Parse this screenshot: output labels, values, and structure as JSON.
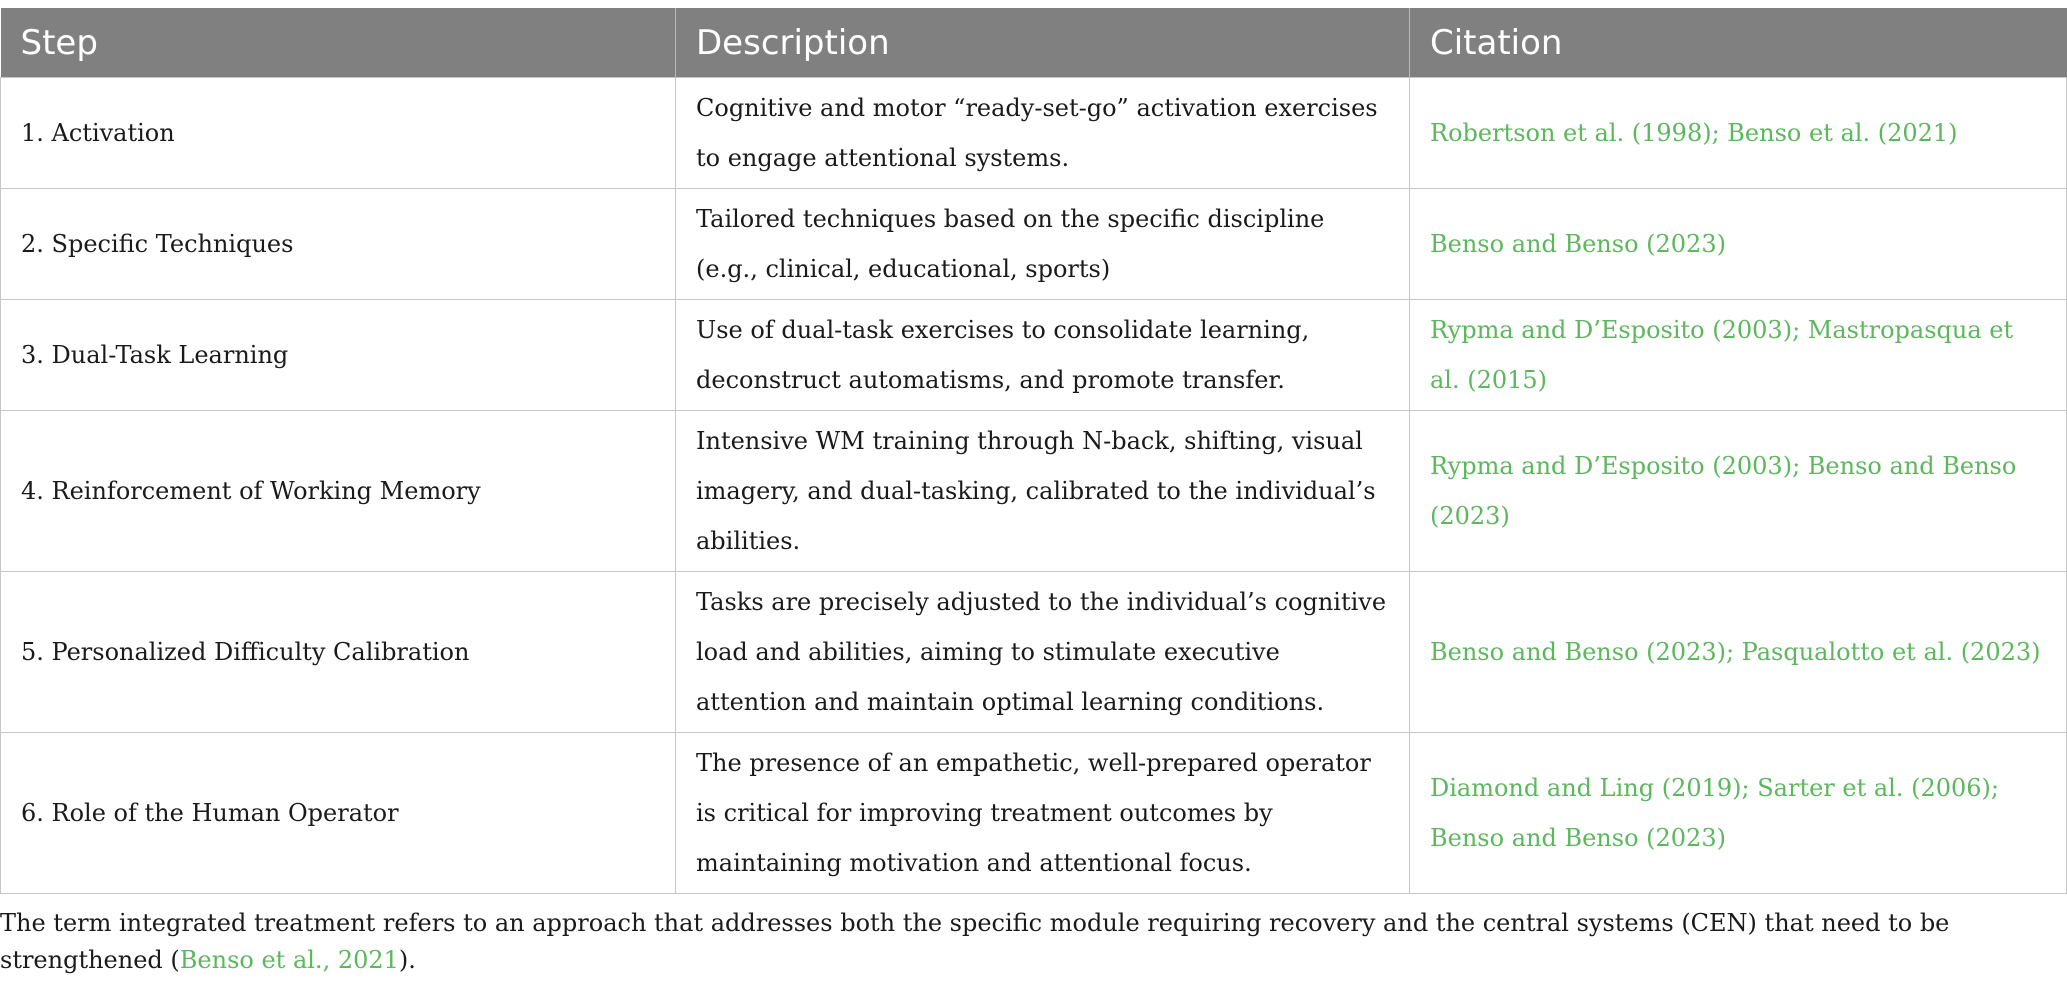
{
  "table": {
    "headers": [
      "Step",
      "Description",
      "Citation"
    ],
    "rows": [
      {
        "step": "1. Activation",
        "description": "Cognitive and motor “ready-set-go” activation exercises to engage attentional systems.",
        "citation": "Robertson et al. (1998); Benso et al. (2021)"
      },
      {
        "step": "2. Specific Techniques",
        "description": "Tailored techniques based on the specific discipline (e.g., clinical, educational, sports)",
        "citation": "Benso and Benso (2023)"
      },
      {
        "step": "3. Dual-Task Learning",
        "description": "Use of dual-task exercises to consolidate learning, deconstruct automatisms, and promote transfer.",
        "citation": "Rypma and D’Esposito (2003); Mastropasqua et al. (2015)"
      },
      {
        "step": "4. Reinforcement of Working Memory",
        "description": "Intensive WM training through N-back, shifting, visual imagery, and dual-tasking, calibrated to the individual’s abilities.",
        "citation": "Rypma and D’Esposito (2003); Benso and Benso (2023)"
      },
      {
        "step": "5. Personalized Difficulty Calibration",
        "description": "Tasks are precisely adjusted to the individual’s cognitive load and abilities, aiming to stimulate executive attention and maintain optimal learning conditions.",
        "citation": "Benso and Benso (2023); Pasqualotto et al. (2023)"
      },
      {
        "step": "6. Role of the Human Operator",
        "description": "The presence of an empathetic, well-prepared operator is critical for improving treatment outcomes by maintaining motivation and attentional focus.",
        "citation": "Diamond and Ling (2019); Sarter et al. (2006); Benso and Benso (2023)"
      }
    ]
  },
  "footnote": {
    "text_before": "The term integrated treatment refers to an approach that addresses both the specific module requiring recovery and the central systems (CEN) that need to be strengthened (",
    "link_text": "Benso et al., 2021",
    "text_after": ")."
  },
  "colors": {
    "header_background": "#7f807f",
    "citation_link": "#5cb85c",
    "body_text": "#1a1a1a",
    "border": "#c6c6c6"
  }
}
